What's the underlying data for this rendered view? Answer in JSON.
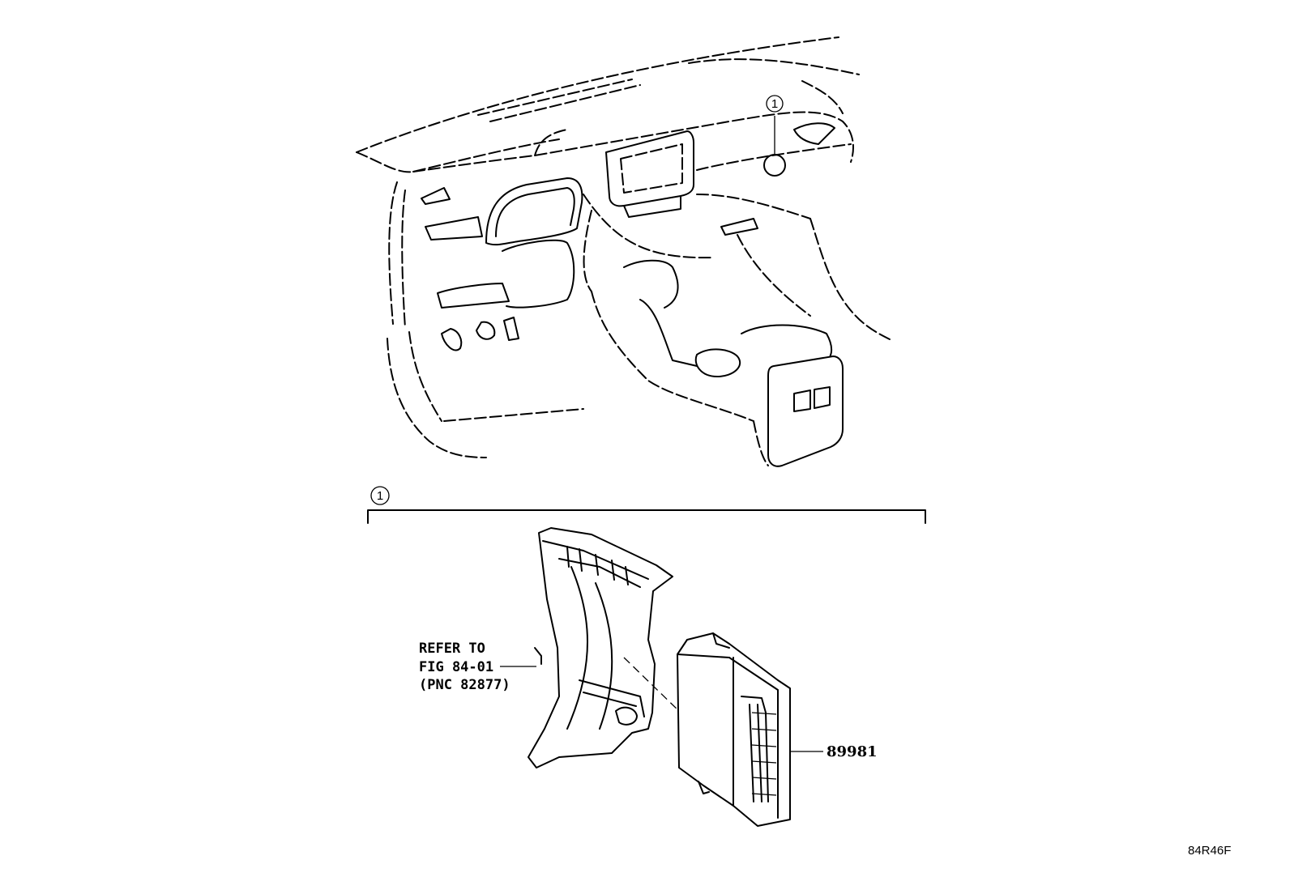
{
  "callouts": {
    "ref_number": "1",
    "bracket_number": "1"
  },
  "labels": {
    "refer_line1": "REFER TO",
    "refer_line2": "FIG 84-01",
    "refer_line3": "(PNC 82877)",
    "part_number": "89981"
  },
  "figure_id": "84R46F"
}
